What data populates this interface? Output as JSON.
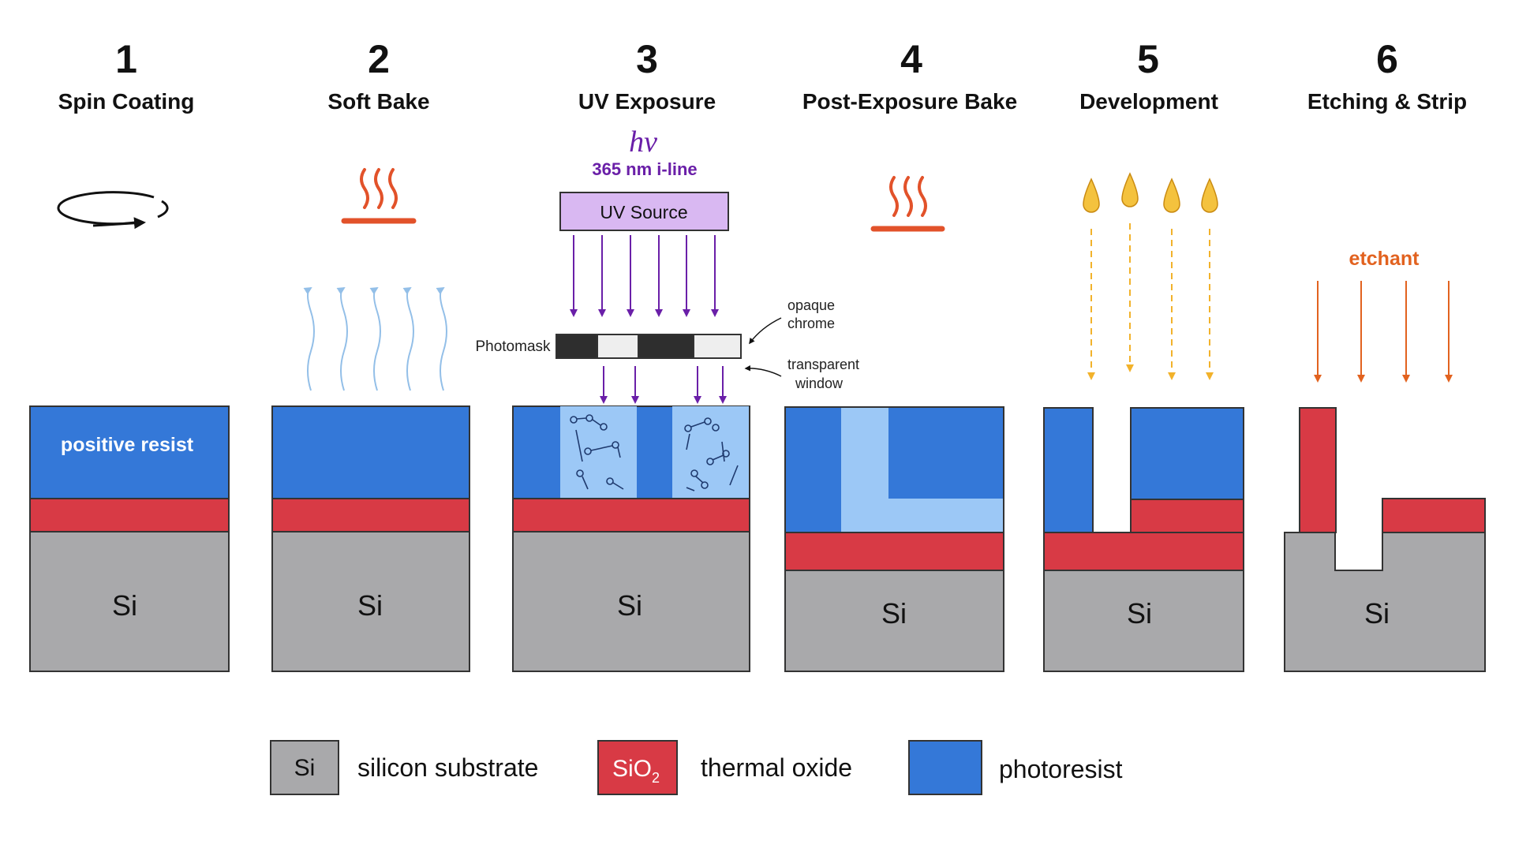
{
  "colors": {
    "si": "#a9a9ab",
    "oxide": "#d83a45",
    "resist": "#3478d8",
    "exposed": "#9cc8f6",
    "uv": "#6a1fa8",
    "uv_source_fill": "#d9b8f2",
    "heat": "#e2522a",
    "vapor": "#93bfe8",
    "developer": "#f2b22b",
    "etch": "#e2621f",
    "outline": "#333333"
  },
  "steps": [
    {
      "number": "1",
      "title": "Spin Coating",
      "resist_label": "positive resist",
      "si_label": "Si"
    },
    {
      "number": "2",
      "title": "Soft Bake",
      "si_label": "Si"
    },
    {
      "number": "3",
      "title": "UV Exposure",
      "si_label": "Si"
    },
    {
      "number": "4",
      "title": "Post-Exposure Bake",
      "si_label": "Si"
    },
    {
      "number": "5",
      "title": "Development",
      "si_label": "Si"
    },
    {
      "number": "6",
      "title": "Etching & Strip",
      "si_label": "Si"
    }
  ],
  "exposure": {
    "photon_symbol": "hν",
    "wavelength": "365 nm  i-line",
    "source_label": "UV Source",
    "photomask_label": "Photomask",
    "opaque_label_line1": "opaque",
    "opaque_label_line2": "chrome",
    "window_label_line1": "transparent",
    "window_label_line2": "window"
  },
  "etch": {
    "label": "etchant"
  },
  "legend": [
    {
      "swatch_text": "Si",
      "label": "silicon substrate",
      "swatch_color": "#a9a9ab"
    },
    {
      "swatch_text": "SiO",
      "swatch_sub": "2",
      "label": "thermal oxide",
      "swatch_color": "#d83a45"
    },
    {
      "swatch_text": "",
      "label": "photoresist",
      "swatch_color": "#3478d8"
    }
  ]
}
